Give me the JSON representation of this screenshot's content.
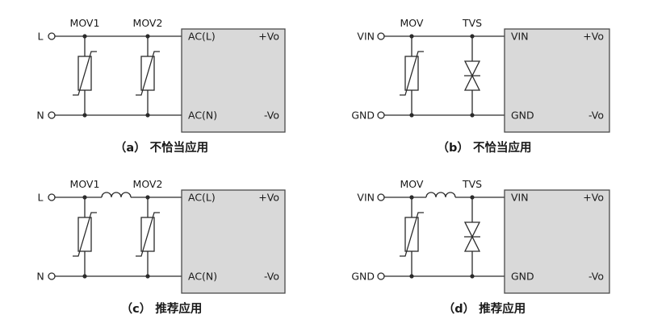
{
  "colors": {
    "background": "#ffffff",
    "line": "#2b2b2b",
    "box_fill": "#d9d9d9",
    "box_stroke": "#4a4a4a",
    "text": "#1a1a1a"
  },
  "circuits": {
    "a": {
      "input_top": "L",
      "input_bottom": "N",
      "device1": "MOV1",
      "device2": "MOV2",
      "box": {
        "top_left": "AC(L)",
        "top_right": "+Vo",
        "bottom_left": "AC(N)",
        "bottom_right": "-Vo"
      },
      "caption": "（a）  不恰当应用"
    },
    "b": {
      "input_top": "VIN",
      "input_bottom": "GND",
      "device1": "MOV",
      "device2": "TVS",
      "box": {
        "top_left": "VIN",
        "top_right": "+Vo",
        "bottom_left": "GND",
        "bottom_right": "-Vo"
      },
      "caption": "（b）  不恰当应用"
    },
    "c": {
      "input_top": "L",
      "input_bottom": "N",
      "device1": "MOV1",
      "device2": "MOV2",
      "box": {
        "top_left": "AC(L)",
        "top_right": "+Vo",
        "bottom_left": "AC(N)",
        "bottom_right": "-Vo"
      },
      "caption": "（c）  推荐应用"
    },
    "d": {
      "input_top": "VIN",
      "input_bottom": "GND",
      "device1": "MOV",
      "device2": "TVS",
      "box": {
        "top_left": "VIN",
        "top_right": "+Vo",
        "bottom_left": "GND",
        "bottom_right": "-Vo"
      },
      "caption": "（d）  推荐应用"
    }
  }
}
